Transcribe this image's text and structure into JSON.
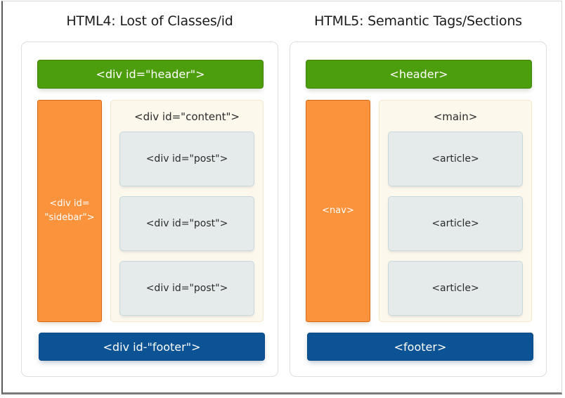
{
  "slide": {
    "columns": [
      {
        "id": "html4",
        "title": "HTML4: Lost of Classes/id",
        "header": {
          "label": "<div id=\"header\">"
        },
        "sidebar": {
          "line1": "<div id=",
          "line2": "\"sidebar\">"
        },
        "content": {
          "label": "<div id=\"content\">",
          "boxes": [
            {
              "label": "<div id=\"post\">"
            },
            {
              "label": "<div id=\"post\">"
            },
            {
              "label": "<div id=\"post\">"
            }
          ]
        },
        "footer": {
          "label": "<div id-\"footer\">"
        }
      },
      {
        "id": "html5",
        "title": "HTML5: Semantic Tags/Sections",
        "header": {
          "label": "<header>"
        },
        "sidebar": {
          "line1": "<nav>",
          "line2": ""
        },
        "content": {
          "label": "<main>",
          "boxes": [
            {
              "label": "<article>"
            },
            {
              "label": "<article>"
            },
            {
              "label": "<article>"
            }
          ]
        },
        "footer": {
          "label": "<footer>"
        }
      }
    ],
    "colors": {
      "header_green": "#4d9e0c",
      "sidebar_orange": "#fb923c",
      "footer_blue": "#0b5394",
      "content_cream": "#fdf8ec",
      "post_gray_blue": "#e5ebea",
      "panel_border": "#dedede",
      "title_text": "#1b1b1b"
    }
  }
}
